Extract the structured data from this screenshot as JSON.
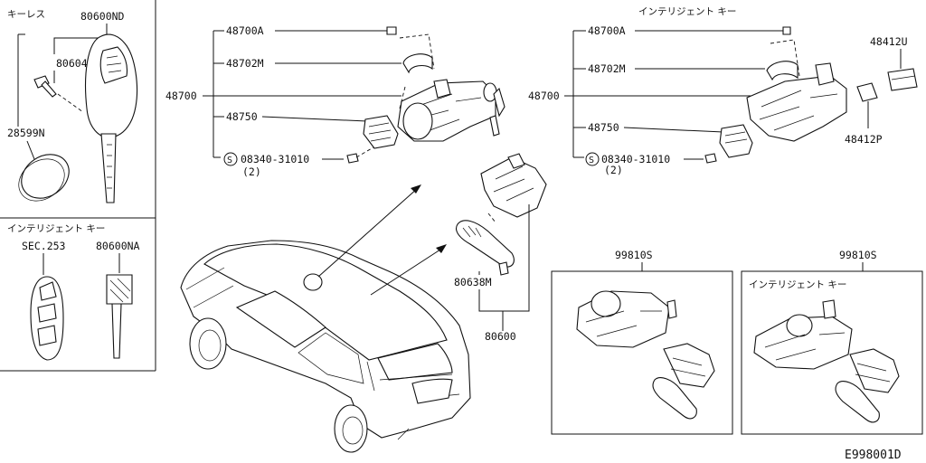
{
  "diagram_id": "E998001D",
  "left_panel": {
    "keyless": {
      "title": "キーレス",
      "parts": {
        "key_assy": "80600ND",
        "screw": "80604H",
        "battery": "28599N"
      }
    },
    "intelligent_key": {
      "title": "インテリジェント キー",
      "parts": {
        "fob_ref": "SEC.253",
        "emergency_key": "80600NA"
      }
    }
  },
  "center": {
    "lock_set": {
      "main": "48700",
      "subparts": [
        "48700A",
        "48702M",
        "48750"
      ],
      "screw_label": "08340-31010",
      "screw_qty": "(2)",
      "screw_symbol": "S"
    },
    "door_lock": {
      "part": "80638M",
      "set": "80600"
    }
  },
  "right_panel": {
    "title": "インテリジェント キー",
    "lock_set": {
      "main": "48700",
      "subparts": [
        "48700A",
        "48702M",
        "48750"
      ],
      "screw_label": "08340-31010",
      "screw_qty": "(2)",
      "screw_symbol": "S"
    },
    "extra_parts": [
      "48412U",
      "48412P"
    ]
  },
  "kits": {
    "standard": {
      "label": "99810S"
    },
    "intelligent": {
      "label": "99810S",
      "title": "インテリジェント キー"
    }
  }
}
